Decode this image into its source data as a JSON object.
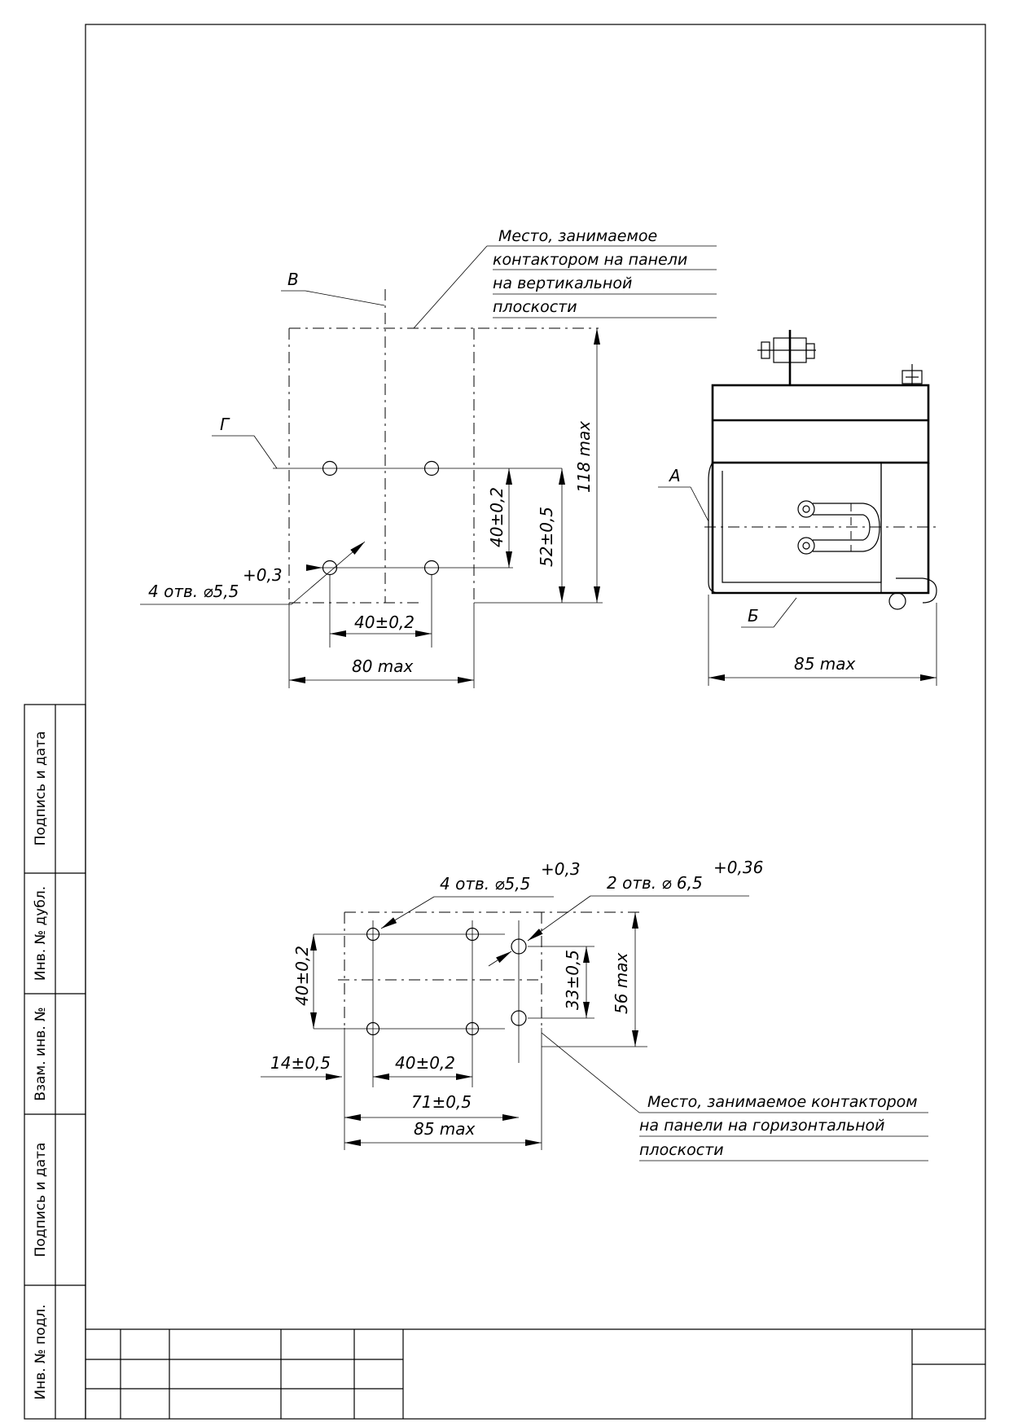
{
  "side_stamp": {
    "cells": [
      "Подпись и дата",
      "Инв. № дубл.",
      "Взам. инв. №",
      "Подпись и дата",
      "Инв. № подл."
    ]
  },
  "view_vertical": {
    "label_v": "В",
    "label_g": "Г",
    "note_lines": [
      "Место, занимаемое",
      "контактором на панели",
      "на вертикальной",
      "плоскости"
    ],
    "holes_note": "4 отв. ⌀5,5",
    "holes_tol": "+0,3",
    "dim_40_vert": "40±0,2",
    "dim_52": "52±0,5",
    "dim_118": "118 max",
    "dim_40_horiz": "40±0,2",
    "dim_80": "80 max"
  },
  "view_side": {
    "label_a": "А",
    "label_b": "Б",
    "dim_85": "85 max"
  },
  "view_horizontal": {
    "holes4_note": "4 отв. ⌀5,5",
    "holes4_tol": "+0,3",
    "holes2_note": "2 отв. ⌀ 6,5",
    "holes2_tol": "+0,36",
    "dim_40_vert": "40±0,2",
    "dim_33": "33±0,5",
    "dim_56": "56 max",
    "dim_14": "14±0,5",
    "dim_40_horiz": "40±0,2",
    "dim_71": "71±0,5",
    "dim_85": "85 max",
    "note_lines": [
      "Место, занимаемое контактором",
      "на панели на горизонтальной",
      "плоскости"
    ]
  }
}
